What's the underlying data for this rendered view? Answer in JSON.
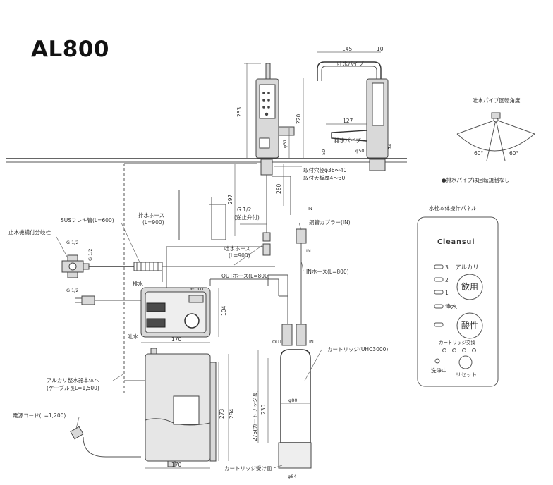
{
  "title": "AL800",
  "dims": {
    "d145": "145",
    "d10": "10",
    "d253": "253",
    "d220": "220",
    "d127": "127",
    "d31": "φ31",
    "d50": "φ50",
    "d74": "74",
    "d297": "297",
    "d260": "260",
    "d104": "104",
    "d170a": "170",
    "d170b": "170",
    "d273": "273",
    "d284": "284",
    "d230": "230",
    "d275": "275(カートリッジ長)",
    "d80": "φ80",
    "d84": "φ84",
    "d60a": "60°",
    "d60b": "60°"
  },
  "labels": {
    "spout_pipe": "吐水パイプ",
    "drain_pipe": "排水パイプ",
    "mount_hole": "取付穴径φ36〜40",
    "mount_plate": "取付天板厚4〜30",
    "drain_hose1": "排水ホース",
    "drain_hose1_len": "(L=900)",
    "sus_flex": "SUSフレキ管(L=600)",
    "stop_valve": "止水機構付分岐栓",
    "g12_left": "G 1/2",
    "g12_vert": "G 1/2",
    "g12_bottom": "G 1/2",
    "g12_check": "G 1/2",
    "check_valve": "(逆止弁付)",
    "spout_hose": "吐水ホース",
    "spout_hose_len": "(L=900)",
    "in_top": "IN",
    "copper_coupler": "銅管カプラー(IN)",
    "in_mid": "IN",
    "in_hose": "INホース(L=800)",
    "out_hose": "OUTホース(L=800)",
    "drain": "排水",
    "out_arrow": "←OUT",
    "spout": "吐水",
    "out_label": "OUT",
    "in_label": "IN",
    "cartridge": "カートリッジ(UHC3000)",
    "to_unit": "アルカリ整水器本体へ",
    "cable": "(ケーブル長L=1,500)",
    "power_cord": "電源コード(L=1,200)",
    "cartridge_base": "カートリッジ受け皿",
    "rotation_title": "吐水パイプ回転角度",
    "rotation_note": "●排水パイプは回転規制なし",
    "panel_title": "水栓本体操作パネル"
  },
  "panel": {
    "brand": "Cleansui",
    "n3": "3",
    "alkali": "アルカリ",
    "n2": "2",
    "n1": "1",
    "drink": "飲用",
    "purified": "浄水",
    "acidic": "酸性",
    "cartridge_change": "カートリッジ交換",
    "washing": "洗浄中",
    "reset": "リセット"
  }
}
